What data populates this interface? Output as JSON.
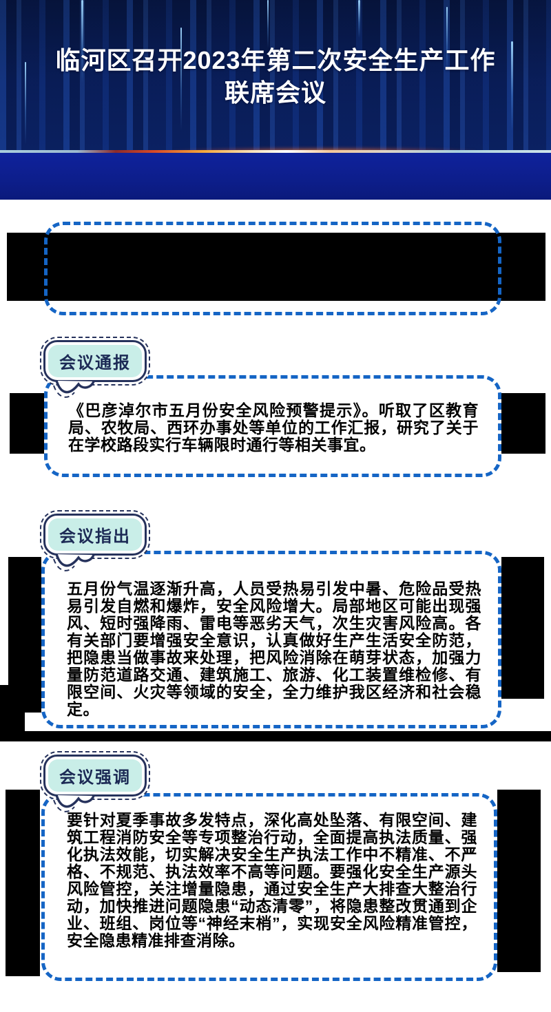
{
  "header": {
    "title_line1": "临河区召开2023年第二次安全生产工作",
    "title_line2": "联席会议"
  },
  "sections": {
    "notice": {
      "label": "会议通报",
      "body": "《巴彦淖尔市五月份安全风险预警提示》。听取了区教育局、农牧局、西环办事处等单位的工作汇报，研究了关于在学校路段实行车辆限时通行等相关事宜。"
    },
    "pointed": {
      "label": "会议指出",
      "body": "五月份气温逐渐升高，人员受热易引发中暑、危险品受热易引发自燃和爆炸，安全风险增大。局部地区可能出现强风、短时强降雨、雷电等恶劣天气，次生灾害风险高。各有关部门要增强安全意识，认真做好生产生活安全防范，把隐患当做事故来处理，把风险消除在萌芽状态，加强力量防范道路交通、建筑施工、旅游、化工装置维检修、有限空间、火灾等领域的安全，全力维护我区经济和社会稳定。"
    },
    "stressed": {
      "label": "会议强调",
      "body": "要针对夏季事故多发特点，深化高处坠落、有限空间、建筑工程消防安全等专项整治行动，全面提高执法质量、强化执法效能，切实解决安全生产执法工作中不精准、不严格、不规范、执法效率不高等问题。要强化安全生产源头风险管控，关注增量隐患，通过安全生产大排查大整治行动，加快推进问题隐患“动态清零”，将隐患整改贯通到企业、班组、岗位等“神经末梢”，实现安全风险精准管控，安全隐患精准排查消除。"
    }
  },
  "colors": {
    "box_dash_blue": "#1565c5",
    "bubble_fill": "#c9eee8",
    "bubble_border": "#26325c",
    "header_navy": "#0a2163",
    "water_blue": "#0d1e8c",
    "divider_warm": "#f5a93c",
    "placeholder_black": "#000000"
  }
}
